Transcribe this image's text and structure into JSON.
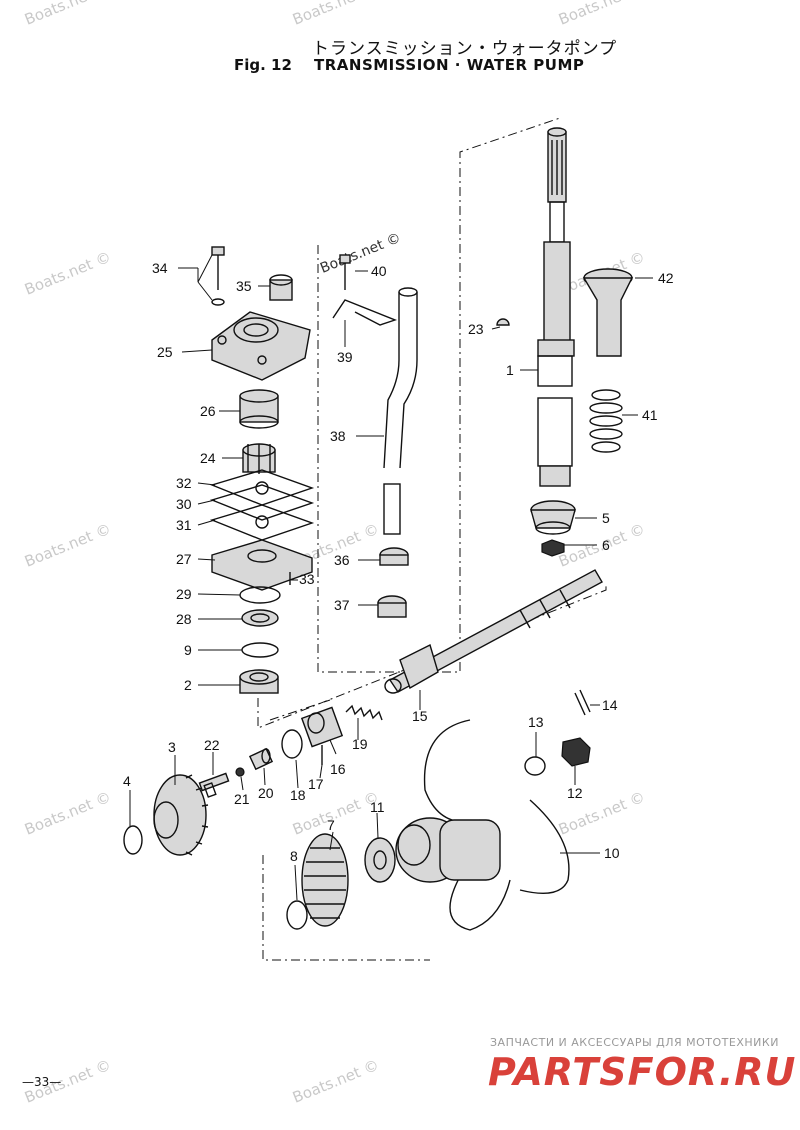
{
  "header": {
    "title_jp": "トランスミッション・ウォータポンプ",
    "fig_number": "Fig. 12",
    "title_en": "TRANSMISSION · WATER PUMP"
  },
  "watermark": {
    "text": "Boats.net ©",
    "inline": "Boats.net ©"
  },
  "footer": {
    "page_number": "—33—",
    "brand_tagline": "ЗАПЧАСТИ И АКСЕССУАРЫ ДЛЯ МОТОТЕХНИКИ",
    "brand_logo": "PARTSFOR.RU"
  },
  "callouts": [
    "34",
    "35",
    "40",
    "25",
    "39",
    "23",
    "1",
    "42",
    "26",
    "41",
    "38",
    "24",
    "32",
    "30",
    "31",
    "5",
    "27",
    "36",
    "6",
    "29",
    "33",
    "37",
    "28",
    "9",
    "2",
    "15",
    "14",
    "13",
    "3",
    "22",
    "19",
    "16",
    "4",
    "21",
    "20",
    "18",
    "17",
    "12",
    "7",
    "11",
    "10",
    "8"
  ]
}
